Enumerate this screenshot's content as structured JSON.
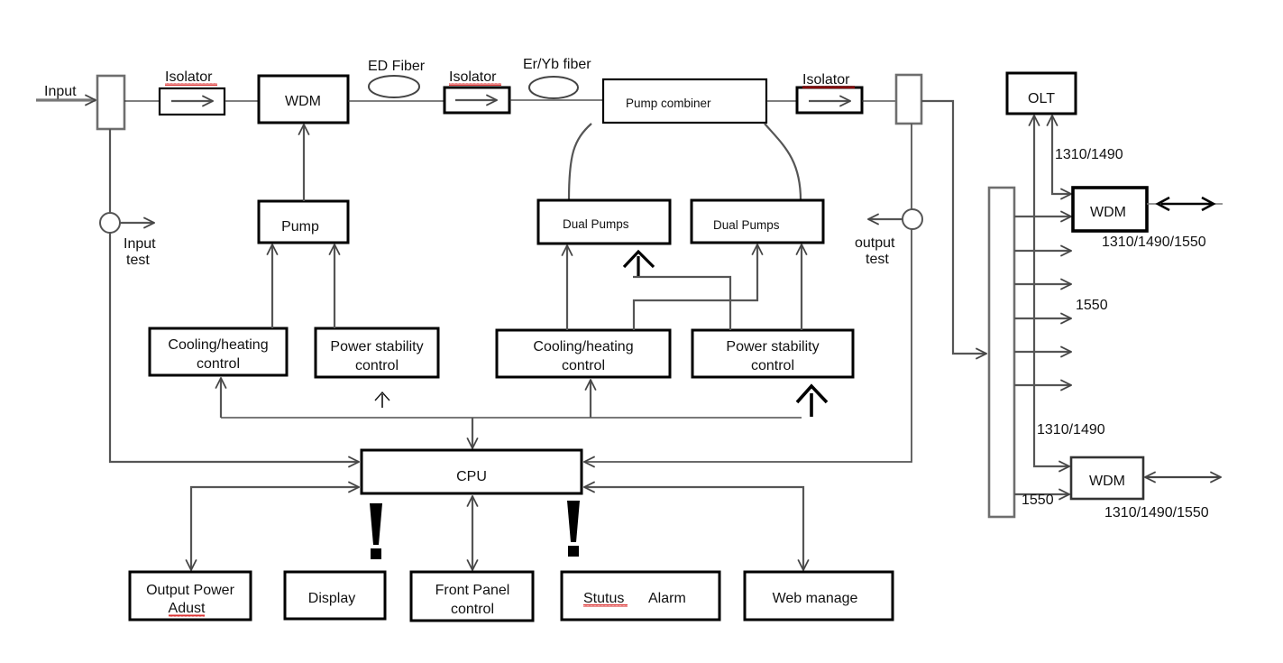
{
  "colors": {
    "box_border": "#000000",
    "connector_line": "#555555",
    "spellcheck_underline": "#d40000",
    "background": "#ffffff"
  },
  "signal_chain": {
    "input_label": "Input",
    "isolator_1": "Isolator",
    "wdm": "WDM",
    "ed_fiber": "ED  Fiber",
    "isolator_2": "Isolator",
    "eryb_fiber": "Er/Yb fiber",
    "pump_combiner": "Pump combiner",
    "isolator_3": "Isolator"
  },
  "monitor": {
    "input_test": [
      "Input",
      "test"
    ],
    "output_test": [
      "output",
      "test"
    ]
  },
  "pumps": {
    "pump": "Pump",
    "dual_pumps_left": "Dual  Pumps",
    "dual_pumps_right": "Dual  Pumps"
  },
  "controls": {
    "cooling_left": [
      "Cooling/heating",
      "control"
    ],
    "power_left": [
      "Power stability",
      "control"
    ],
    "cooling_right": [
      "Cooling/heating",
      "control"
    ],
    "power_right": [
      "Power stability",
      "control"
    ]
  },
  "cpu": "CPU",
  "peripherals": {
    "output_power": [
      "Output Power",
      "Adust"
    ],
    "display": "Display",
    "front_panel": [
      "Front Panel",
      "control"
    ],
    "status_alarm": [
      "Stutus",
      "Alarm"
    ],
    "web_manage": "Web  manage"
  },
  "distribution": {
    "olt": "OLT",
    "wdm_top": "WDM",
    "wdm_bottom": "WDM",
    "labels": {
      "olt_link": "1310/1490",
      "wdm_top_out": "1310/1490/1550",
      "splitter_outputs": "1550",
      "wdm_bottom_upstream": "1310/1490",
      "wdm_bottom_1550": "1550",
      "wdm_bottom_out": "1310/1490/1550"
    }
  }
}
